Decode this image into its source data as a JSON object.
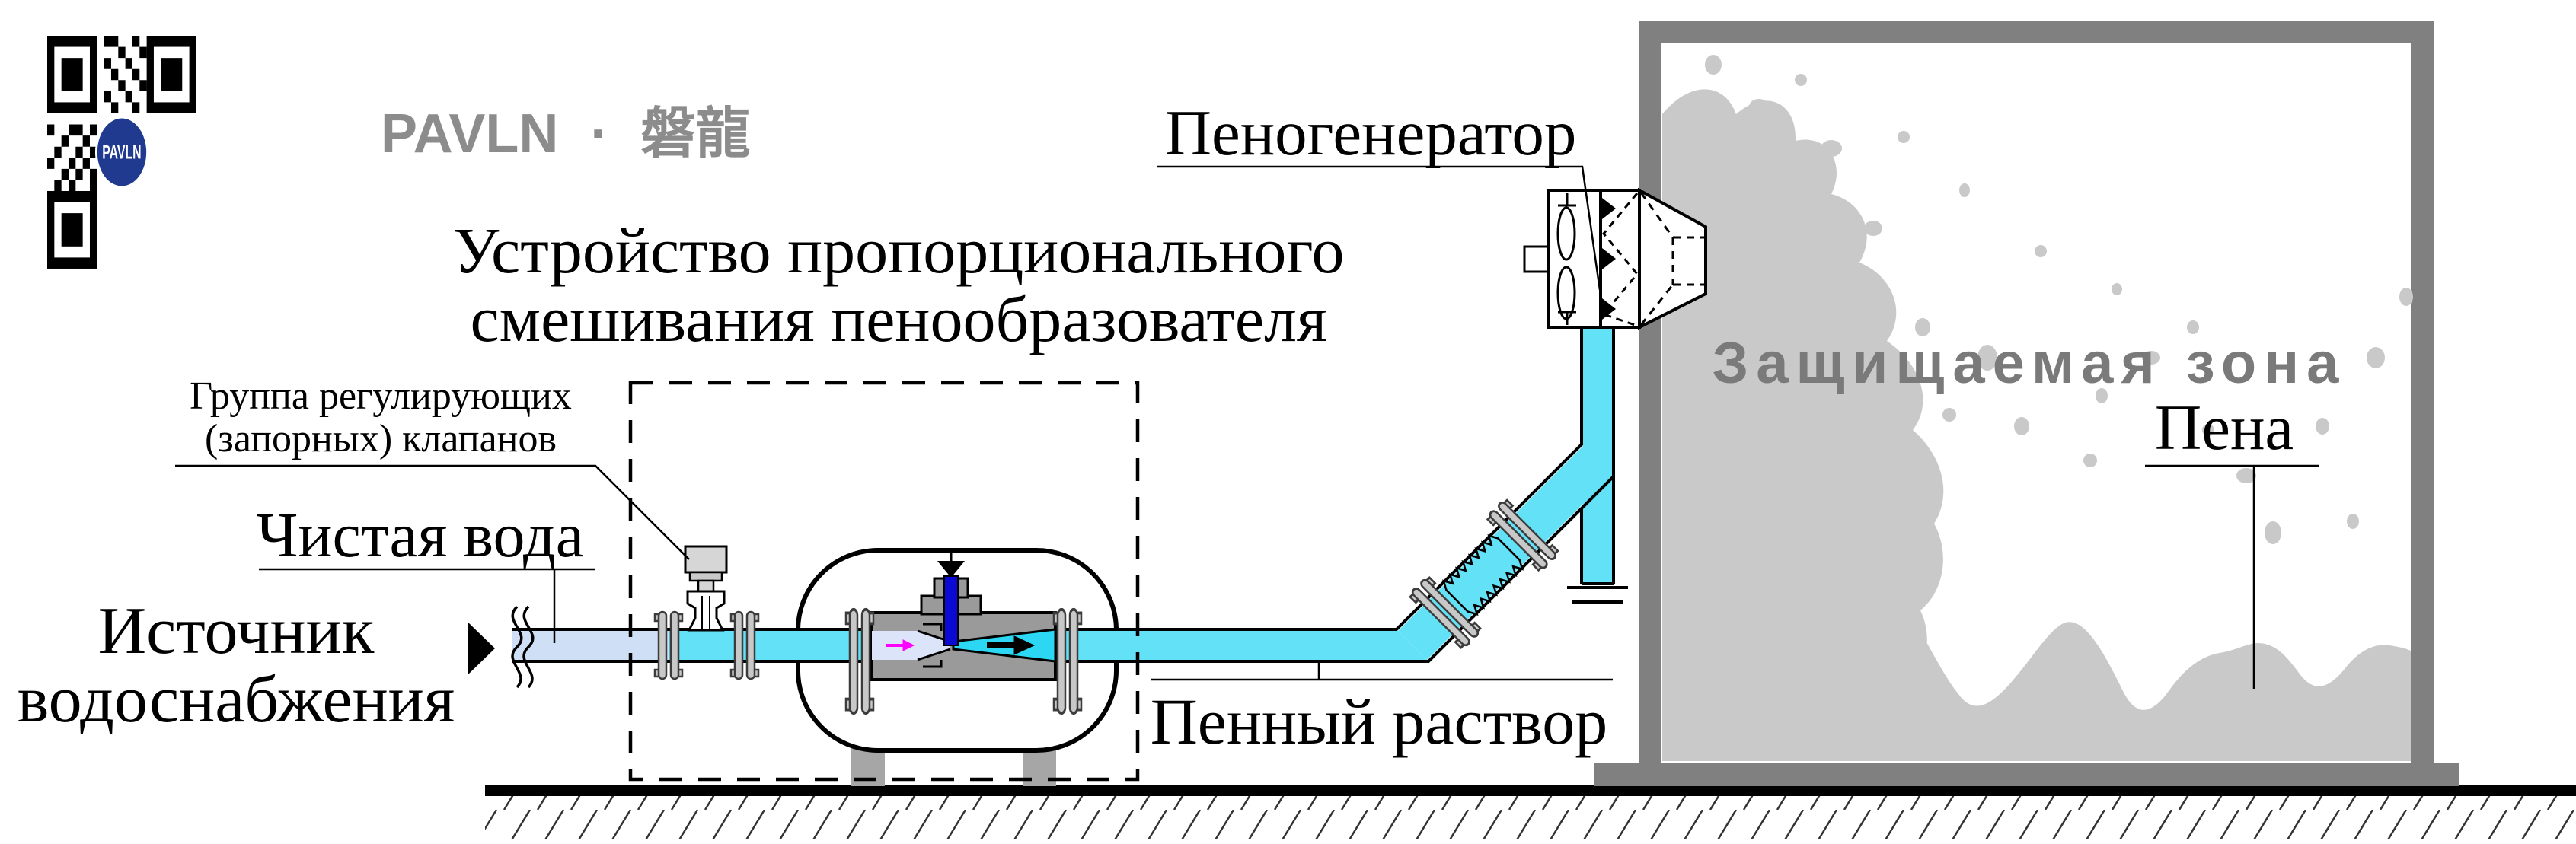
{
  "brand": {
    "qr_overlay": "PAVLN",
    "logo_text": "PAVLN",
    "logo_separator": "·",
    "logo_cjk": "磐龍"
  },
  "diagram": {
    "labels": {
      "mixer_device": {
        "line1": "Устройство пропорционального",
        "line2": "смешивания пенообразователя"
      },
      "foam_generator": "Пеногенератор",
      "valve_group": {
        "line1": "Группа регулирующих",
        "line2": "(запорных) клапанов"
      },
      "clean_water": "Чистая вода",
      "water_source": {
        "line1": "Источник",
        "line2": "водоснабжения"
      },
      "foam_solution": "Пенный раствор",
      "protected_zone": "Защищаемая зона",
      "foam": "Пена"
    },
    "colors": {
      "clean_water_pipe": "#cfe0f6",
      "foam_solution_pipe": "#63e1f7",
      "diffuser_jet": "#2bd7f2",
      "injector_blue": "#0a0ad4",
      "magenta_arrow": "#ff00ff",
      "metal_flange_gray": "#c8c8c8",
      "venturi_body_gray": "#9a9a9a",
      "building_wall_gray": "#808080",
      "foam_gray": "#c9c9c9",
      "zone_label_gray": "#7a7a7a",
      "logo_gray": "#8c8c8c"
    }
  }
}
